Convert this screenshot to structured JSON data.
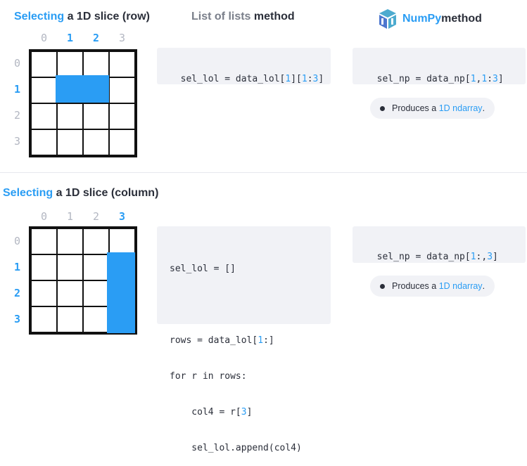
{
  "top": {
    "title_prefix": "Selecting",
    "title_rest": " a 1D slice (row)",
    "col_indices": [
      "0",
      "1",
      "2",
      "3"
    ],
    "row_indices": [
      "0",
      "1",
      "2",
      "3"
    ],
    "highlight_note": "row 1, columns 1-2",
    "lol_title_prefix": "List of lists",
    "lol_title_rest": " method",
    "lol_code": [
      {
        "t": "sel_lol = data_lol["
      },
      {
        "t": "1",
        "b": true
      },
      {
        "t": "]["
      },
      {
        "t": "1",
        "b": true
      },
      {
        "t": ":"
      },
      {
        "t": "3",
        "b": true
      },
      {
        "t": "]"
      }
    ],
    "np_title_brand": "NumPy",
    "np_title_rest": " method",
    "np_code": [
      {
        "t": "sel_np = data_np["
      },
      {
        "t": "1",
        "b": true
      },
      {
        "t": ","
      },
      {
        "t": "1",
        "b": true
      },
      {
        "t": ":"
      },
      {
        "t": "3",
        "b": true
      },
      {
        "t": "]"
      }
    ],
    "pill_prefix": "Produces a ",
    "pill_blue": "1D ndarray",
    "pill_suffix": "."
  },
  "bottom": {
    "title_prefix": "Selecting",
    "title_rest": " a 1D slice (column)",
    "col_indices": [
      "0",
      "1",
      "2",
      "3"
    ],
    "row_indices": [
      "0",
      "1",
      "2",
      "3"
    ],
    "lol_code_lines": [
      [
        {
          "t": "sel_lol = []"
        }
      ],
      [
        {
          "t": ""
        }
      ],
      [
        {
          "t": "rows = data_lol["
        },
        {
          "t": "1",
          "b": true
        },
        {
          "t": ":]"
        }
      ],
      [
        {
          "t": "for r in rows:"
        }
      ],
      [
        {
          "t": "    col4 = r["
        },
        {
          "t": "3",
          "b": true
        },
        {
          "t": "]"
        }
      ],
      [
        {
          "t": "    sel_lol.append(col4)"
        }
      ]
    ],
    "np_code": [
      {
        "t": "sel_np = data_np["
      },
      {
        "t": "1",
        "b": true
      },
      {
        "t": ":,"
      },
      {
        "t": "3",
        "b": true
      },
      {
        "t": "]"
      }
    ],
    "pill_prefix": "Produces a ",
    "pill_blue": "1D ndarray",
    "pill_suffix": "."
  },
  "colors": {
    "accent": "#2a9df4",
    "text": "#2b2f3a",
    "code_bg": "#f1f2f6",
    "grid_line": "#111111",
    "index_muted": "#b3b7c2"
  },
  "icons": {
    "numpy_logo": "numpy-cube-logo"
  }
}
